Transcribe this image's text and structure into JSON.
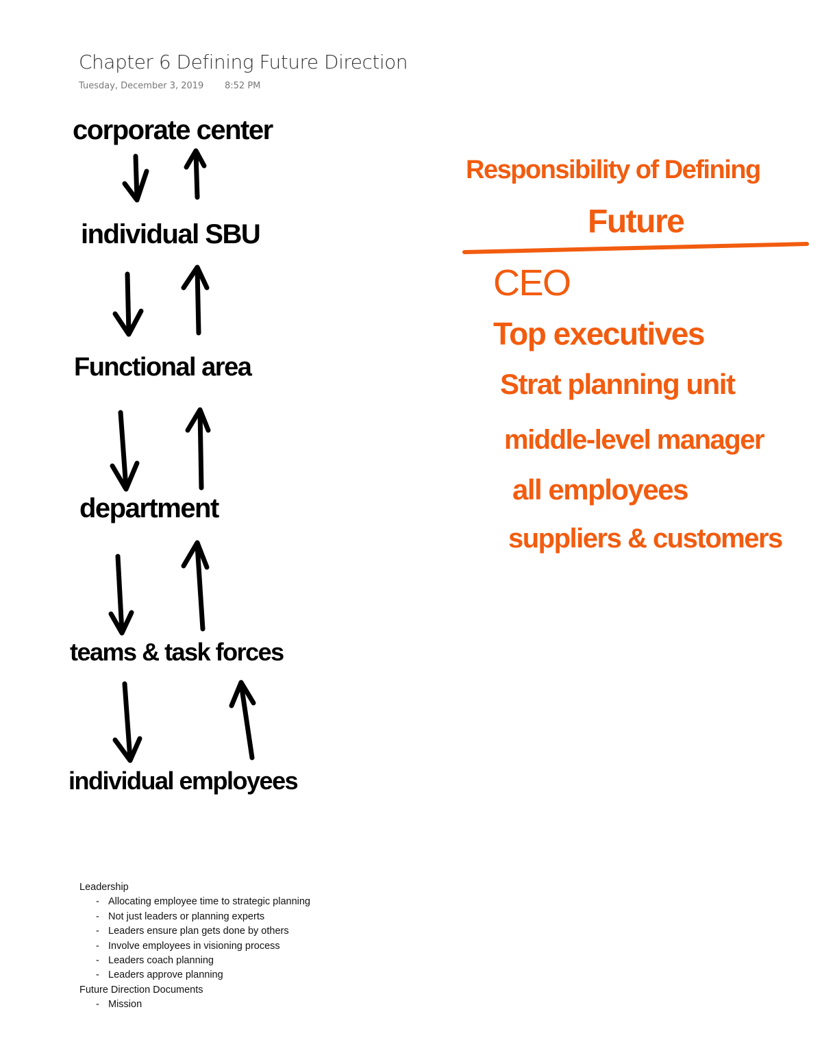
{
  "page": {
    "title": "Chapter 6 Defining Future Direction",
    "date": "Tuesday, December 3, 2019",
    "time": "8:52 PM"
  },
  "ink_flow": {
    "color": "#000000",
    "levels": [
      "corporate center",
      "individual SBU",
      "Functional area",
      "department",
      "teams & task forces",
      "individual employees"
    ]
  },
  "ink_responsibility": {
    "color": "#f25c0f",
    "heading_line1": "Responsibility of Defining",
    "heading_line2": "Future",
    "items": [
      "CEO",
      "Top executives",
      "Strat planning unit",
      "middle-level manager",
      "all employees",
      "suppliers & customers"
    ]
  },
  "notes": {
    "sections": [
      {
        "heading": "Leadership",
        "bullets": [
          "Allocating employee time to strategic planning",
          "Not just leaders or planning experts",
          "Leaders ensure plan gets done by others",
          "Involve employees in visioning process",
          "Leaders coach planning",
          "Leaders approve planning"
        ]
      },
      {
        "heading": "Future Direction Documents",
        "bullets": [
          "Mission"
        ]
      }
    ]
  }
}
